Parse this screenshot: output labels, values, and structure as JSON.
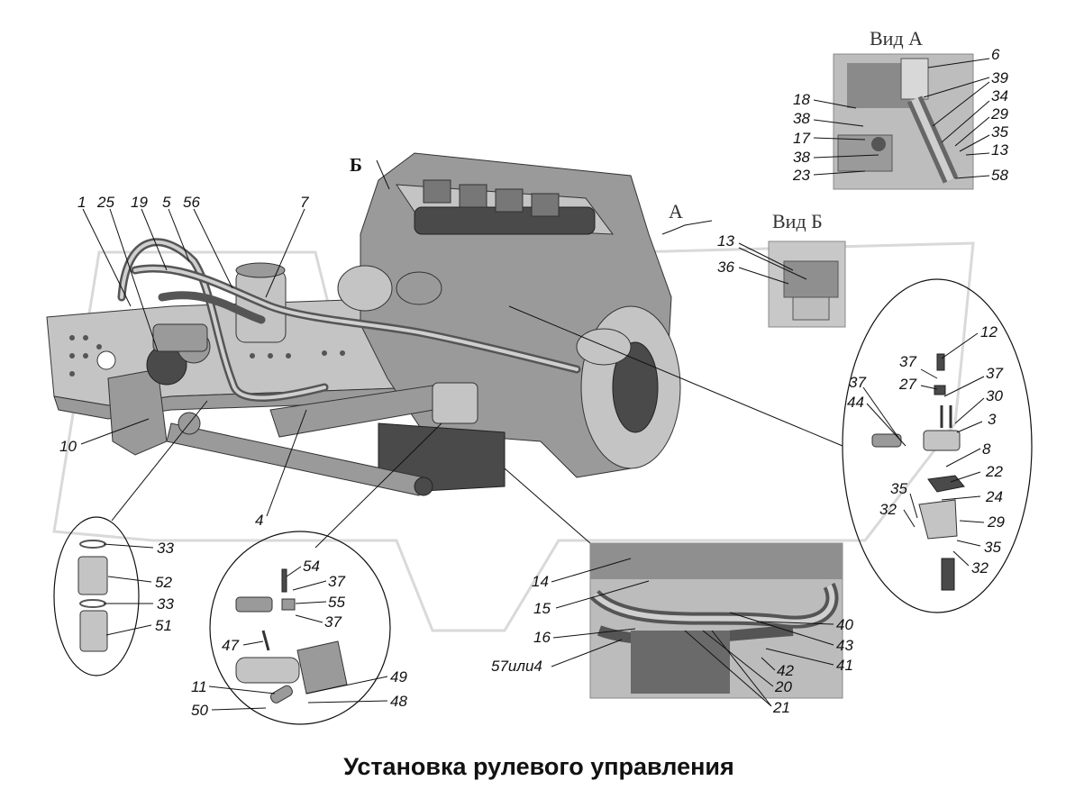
{
  "title": "Установка рулевого управления",
  "views": {
    "view_a": "Вид А",
    "view_b": "Вид Б",
    "arrow_a": "А",
    "arrow_b": "Б"
  },
  "labels": {
    "main": [
      "1",
      "25",
      "19",
      "5",
      "56",
      "7",
      "10",
      "4"
    ],
    "view_a": [
      "6",
      "39",
      "34",
      "29",
      "35",
      "13",
      "58",
      "18",
      "38",
      "17",
      "38",
      "23"
    ],
    "view_b": [
      "13",
      "36"
    ],
    "right_detail": [
      "12",
      "37",
      "27",
      "37",
      "30",
      "37",
      "44",
      "3",
      "8",
      "22",
      "35",
      "24",
      "32",
      "29",
      "35",
      "32"
    ],
    "left_detail": [
      "33",
      "52",
      "33",
      "51"
    ],
    "middle_detail": [
      "54",
      "37",
      "55",
      "37",
      "47",
      "11",
      "50",
      "49",
      "48"
    ],
    "bottom_detail": [
      "14",
      "15",
      "16",
      "57или4",
      "40",
      "43",
      "41",
      "42",
      "20",
      "21"
    ]
  },
  "colors": {
    "line": "#111111",
    "part_fill": "#9a9a9a",
    "watermark": "#d9d9d9"
  }
}
